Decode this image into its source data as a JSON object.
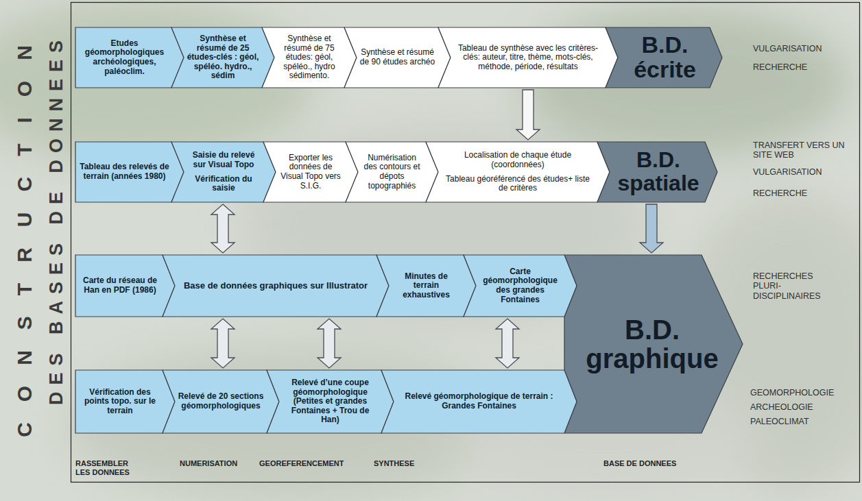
{
  "diagram": {
    "nodes": [
      {
        "text": [
          "Etudes géomorphologiques archéologiques, paléoclim."
        ]
      },
      {
        "text": [
          "Synthèse et résumé de 25 études-clés : géol, spéléo. hydro., sédim"
        ]
      },
      {
        "text": [
          "Synthèse et résumé de 75 études: géol, spéléo., hydro sédimento."
        ]
      },
      {
        "text": [
          "Synthèse et résumé de 90 études archéo"
        ]
      },
      {
        "text": [
          "Tableau de synthèse avec les critères-clés: auteur, titre, thème, mots-clés, méthode, période, résultats"
        ]
      },
      {
        "text": [
          "B.D. écrite"
        ]
      },
      {
        "text": [
          "Tableau des relevés de terrain (années 1980)"
        ]
      },
      {
        "text": [
          "Saisie du relevé sur Visual Topo",
          "Vérification du saisie"
        ]
      },
      {
        "text": [
          "Exporter les données de Visual Topo vers S.I.G."
        ]
      },
      {
        "text": [
          "Numérisation des contours et dépots topographiés"
        ]
      },
      {
        "text": [
          "Localisation de chaque étude (coordonnées)",
          "Tableau géoréférencé des études+ liste de critères"
        ]
      },
      {
        "text": [
          "B.D. spatiale"
        ]
      },
      {
        "text": [
          "Carte du réseau de Han en PDF (1986)"
        ]
      },
      {
        "text": [
          "Base de données graphiques sur Illustrator"
        ]
      },
      {
        "text": [
          "Minutes de terrain exhaustives"
        ]
      },
      {
        "text": [
          "Carte géomorphologique des grandes Fontaines"
        ]
      },
      {
        "text": [
          "B.D. graphique"
        ]
      },
      {
        "text": [
          "Vérification des points topo. sur le terrain"
        ]
      },
      {
        "text": [
          "Relevé de 20 sections géomorphologiques"
        ]
      },
      {
        "text": [
          "Relevé d’une coupe géomorphologique (Petites et grandes Fontaines + Trou de Han)"
        ]
      },
      {
        "text": [
          "Relevé géomorphologique de terrain : Grandes Fontaines"
        ]
      }
    ],
    "edges": [
      {
        "from": 4,
        "to": 10,
        "arrow": "to"
      },
      {
        "from": 11,
        "to": 16,
        "arrow": "to"
      },
      {
        "from": 7,
        "to": 13,
        "arrow": "both"
      },
      {
        "from": 13,
        "to": 18,
        "arrow": "both"
      },
      {
        "from": 13,
        "to": 19,
        "arrow": "both"
      },
      {
        "from": 15,
        "to": 20,
        "arrow": "both"
      }
    ],
    "labels": [
      "CONSTRUCTION",
      "DES BASES DE DONNEES",
      "VULGARISATION",
      "RECHERCHE",
      "TRANSFERT VERS UN SITE WEB",
      "VULGARISATION",
      "RECHERCHE",
      "RECHERCHES PLURI-DISCIPLINAIRES",
      "GEOMORPHOLOGIE",
      "ARCHEOLOGIE",
      "PALEOCLIMAT",
      "RASSEMBLER LES DONNEES",
      "NUMERISATION",
      "GEOREFERENCEMENT",
      "SYNTHESE",
      "BASE DE DONNEES"
    ]
  }
}
